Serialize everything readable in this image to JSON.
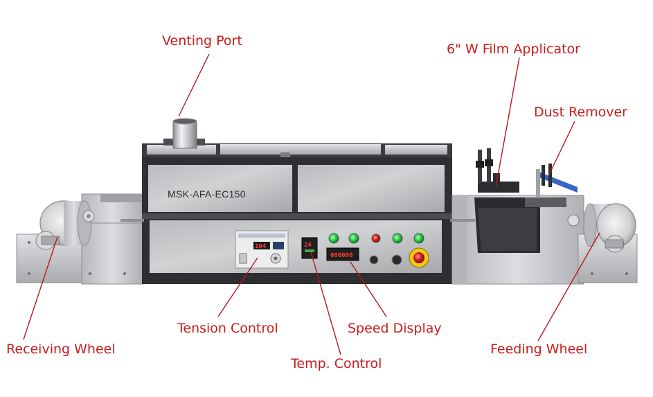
{
  "colors": {
    "label": "#cc1b1b",
    "leader": "#b81818",
    "metal": "#c7c9cc",
    "frame": "#2d2f33",
    "digit_red": "#ff3b2b",
    "button_green": "#2fd44a",
    "button_red": "#e02020",
    "estop_yellow": "#f2c718",
    "blade_blue": "#3a64c8"
  },
  "machine": {
    "model": "MSK-AFA-EC150",
    "tension_display": "104",
    "temp_display": "24",
    "speed_display": "000000"
  },
  "callouts": [
    {
      "id": "venting-port",
      "text": "Venting Port"
    },
    {
      "id": "film-applicator",
      "text": "6\" W Film Applicator"
    },
    {
      "id": "dust-remover",
      "text": "Dust Remover"
    },
    {
      "id": "tension-control",
      "text": "Tension Control"
    },
    {
      "id": "speed-display",
      "text": "Speed Display"
    },
    {
      "id": "receiving-wheel",
      "text": "Receiving Wheel"
    },
    {
      "id": "feeding-wheel",
      "text": "Feeding Wheel"
    },
    {
      "id": "temp-control",
      "text": "Temp. Control"
    }
  ],
  "icons": [
    "venting-port-icon",
    "receiving-wheel-icon",
    "feeding-wheel-icon",
    "emergency-stop-icon",
    "knob-icon",
    "indicator-light-icon",
    "dust-remover-blade-icon",
    "applicator-head-icon"
  ]
}
